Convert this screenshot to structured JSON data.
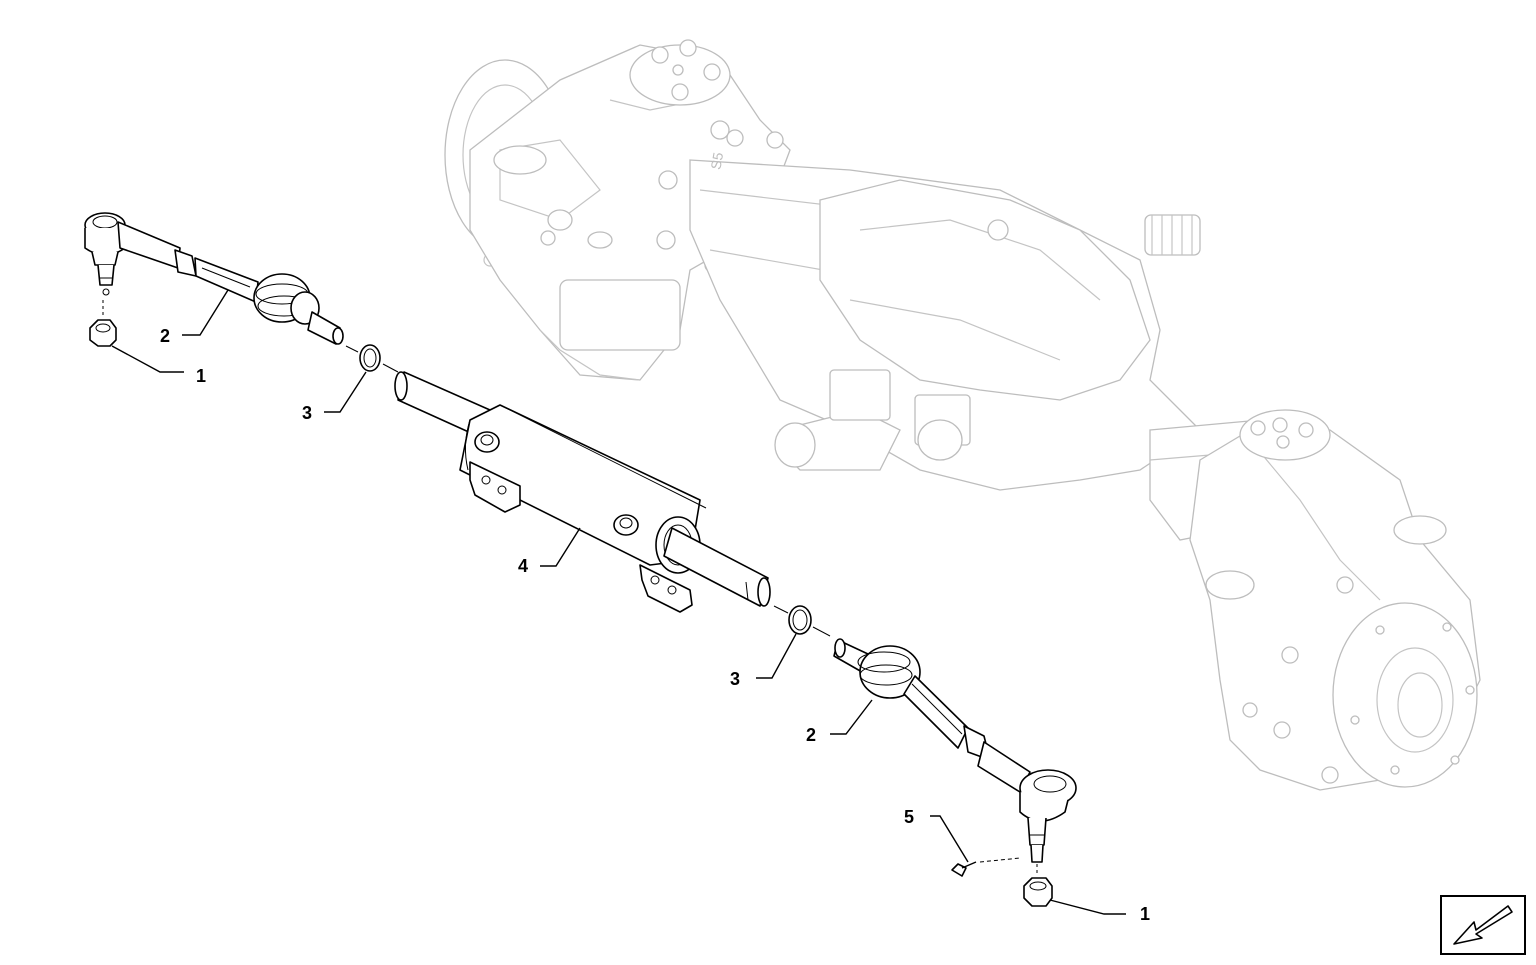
{
  "callouts": [
    {
      "id": "c1a",
      "label": "1"
    },
    {
      "id": "c2a",
      "label": "2"
    },
    {
      "id": "c3a",
      "label": "3"
    },
    {
      "id": "c4",
      "label": "4"
    },
    {
      "id": "c3b",
      "label": "3"
    },
    {
      "id": "c2b",
      "label": "2"
    },
    {
      "id": "c5",
      "label": "5"
    },
    {
      "id": "c1b",
      "label": "1"
    }
  ],
  "axle_marking": "S5",
  "nav": {
    "icon": "arrow-down-left-icon"
  },
  "colors": {
    "line": "#000000",
    "ghost": "#bdbdbd",
    "background": "#ffffff"
  }
}
